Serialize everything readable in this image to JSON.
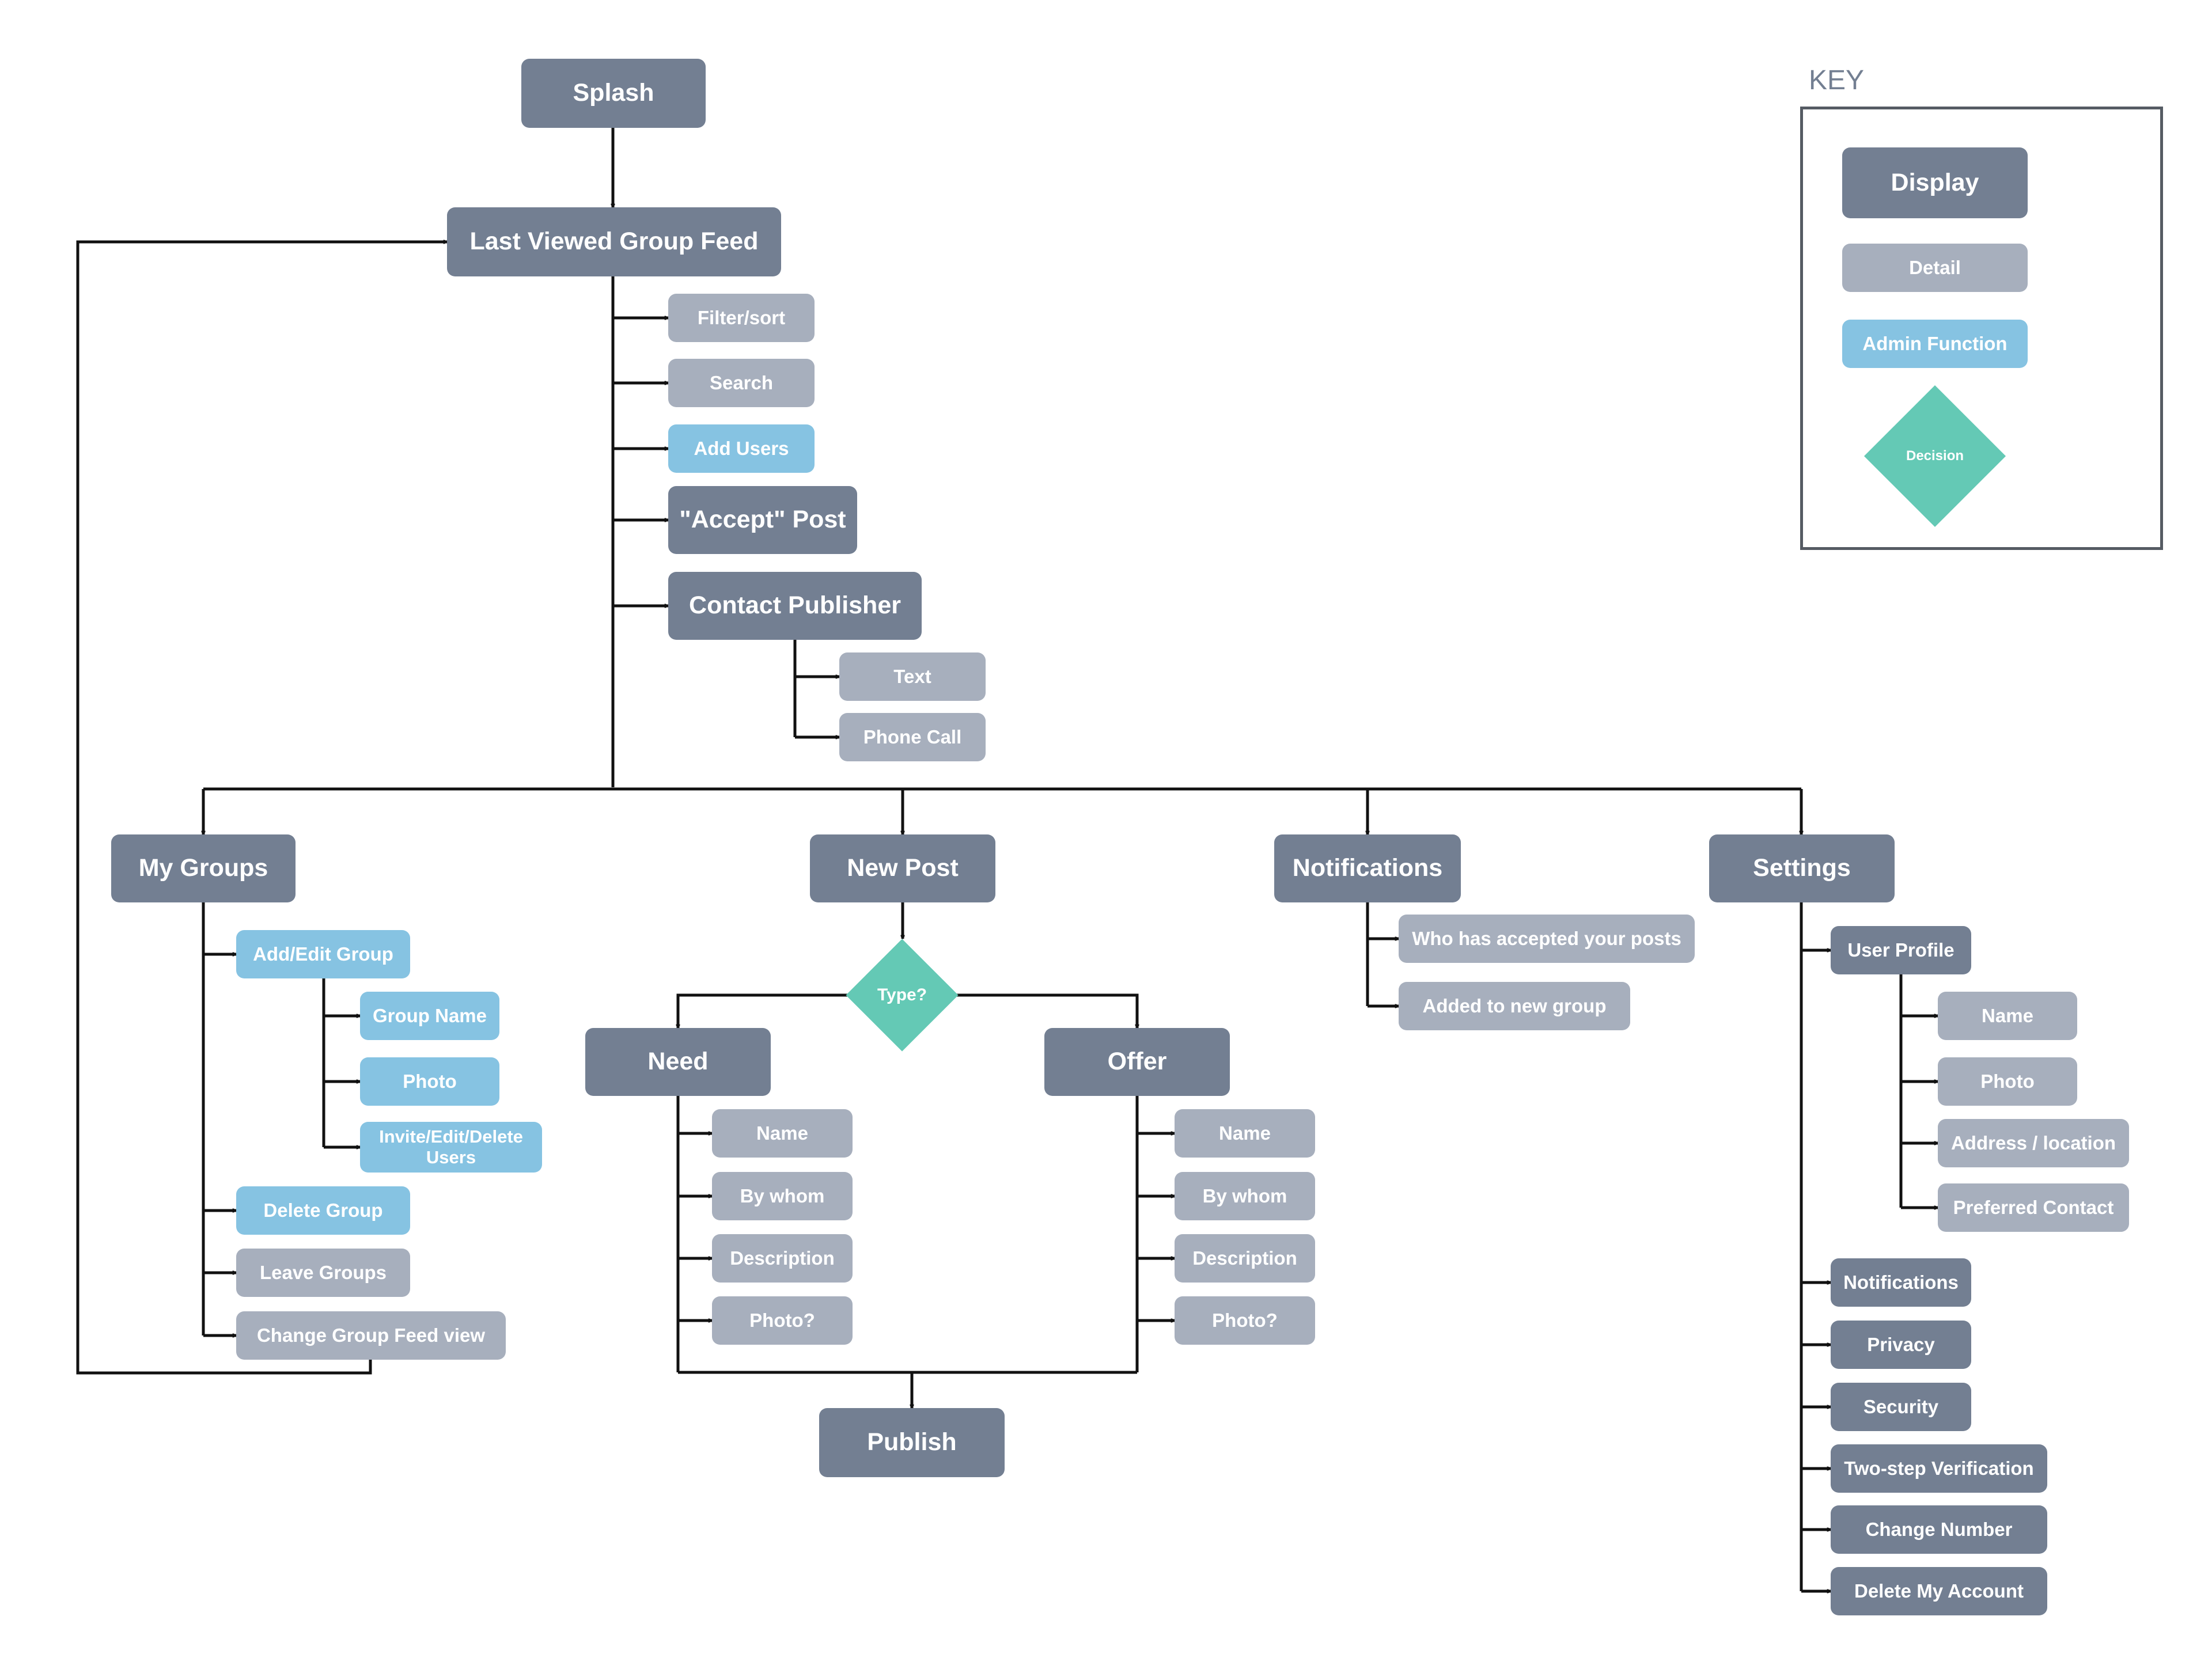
{
  "key": {
    "title": "KEY",
    "display": "Display",
    "detail": "Detail",
    "admin": "Admin Function",
    "decision": "Decision"
  },
  "nodes": {
    "splash": "Splash",
    "feed": "Last Viewed Group Feed",
    "filter": "Filter/sort",
    "search": "Search",
    "add_users": "Add Users",
    "accept_post": "\"Accept\" Post",
    "contact_publisher": "Contact Publisher",
    "text": "Text",
    "phone_call": "Phone Call",
    "my_groups": "My Groups",
    "add_edit_group": "Add/Edit Group",
    "group_name": "Group Name",
    "group_photo": "Photo",
    "invite_users": "Invite/Edit/Delete Users",
    "delete_group": "Delete Group",
    "leave_groups": "Leave Groups",
    "change_feed_view": "Change Group Feed view",
    "new_post": "New Post",
    "type_decision": "Type?",
    "need": "Need",
    "offer": "Offer",
    "need_name": "Name",
    "need_by_whom": "By whom",
    "need_description": "Description",
    "need_photo": "Photo?",
    "offer_name": "Name",
    "offer_by_whom": "By whom",
    "offer_description": "Description",
    "offer_photo": "Photo?",
    "publish": "Publish",
    "notifications": "Notifications",
    "accepted_posts": "Who has accepted your posts",
    "added_group": "Added to new group",
    "settings": "Settings",
    "user_profile": "User Profile",
    "profile_name": "Name",
    "profile_photo": "Photo",
    "address": "Address / location",
    "preferred_contact": "Preferred Contact",
    "settings_notifications": "Notifications",
    "privacy": "Privacy",
    "security": "Security",
    "two_step": "Two-step Verification",
    "change_number": "Change Number",
    "delete_account": "Delete My Account"
  },
  "colors": {
    "display": "#737f92",
    "detail": "#a7afbd",
    "admin": "#86c3e2",
    "decision": "#64c9b5",
    "connector": "#111111"
  }
}
